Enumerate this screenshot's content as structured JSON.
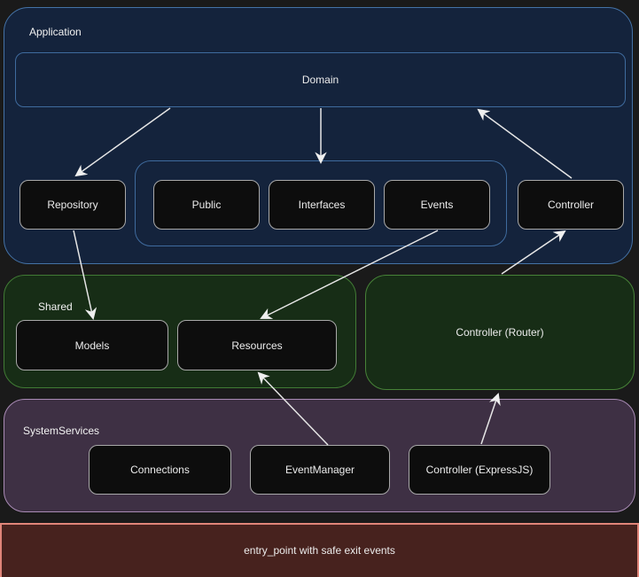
{
  "diagram": {
    "palette": {
      "page-bg": "#1a1a1a",
      "app-bg": "#14233c",
      "app-border": "#4472a6",
      "inner-blue": "#3f6b9e",
      "green-bg": "#172d16",
      "green-border": "#417b35",
      "green-border2": "#478338",
      "purple-bg": "#3e3044",
      "purple-border": "#a98bb5",
      "entry-bg": "#47221e",
      "entry-border": "#e08579",
      "node-bg": "#0d0d0d",
      "node-border": "#a8a8a8",
      "arrow": "#e6e6e6"
    },
    "sections": {
      "application": {
        "label": "Application"
      },
      "shared": {
        "label": "Shared"
      },
      "system_services": {
        "label": "SystemServices"
      },
      "entry_point": {
        "label": "entry_point with safe exit events"
      }
    },
    "nodes": {
      "domain": {
        "label": "Domain"
      },
      "repository": {
        "label": "Repository"
      },
      "public": {
        "label": "Public"
      },
      "interfaces": {
        "label": "Interfaces"
      },
      "events": {
        "label": "Events"
      },
      "controller": {
        "label": "Controller"
      },
      "models": {
        "label": "Models"
      },
      "resources": {
        "label": "Resources"
      },
      "controller_router": {
        "label": "Controller (Router)"
      },
      "connections": {
        "label": "Connections"
      },
      "event_manager": {
        "label": "EventManager"
      },
      "controller_expressjs": {
        "label": "Controller (ExpressJS)"
      }
    },
    "edges": [
      {
        "from": "domain",
        "to": "repository",
        "points": [
          [
            192,
            122
          ],
          [
            86,
            198
          ]
        ]
      },
      {
        "from": "domain",
        "to": "inner_group",
        "points": [
          [
            362,
            122
          ],
          [
            362,
            183
          ]
        ]
      },
      {
        "from": "controller",
        "to": "domain",
        "points": [
          [
            645,
            201
          ],
          [
            540,
            124
          ]
        ]
      },
      {
        "from": "repository",
        "to": "models",
        "points": [
          [
            83,
            260
          ],
          [
            105,
            359
          ]
        ]
      },
      {
        "from": "events",
        "to": "resources",
        "points": [
          [
            494,
            260
          ],
          [
            295,
            359
          ]
        ]
      },
      {
        "from": "event_manager",
        "to": "resources",
        "points": [
          [
            370,
            502
          ],
          [
            292,
            421
          ]
        ]
      },
      {
        "from": "controller_router",
        "to": "controller",
        "points": [
          [
            566,
            309
          ],
          [
            637,
            261
          ]
        ]
      },
      {
        "from": "controller_expressjs",
        "to": "controller_router",
        "points": [
          [
            543,
            501
          ],
          [
            562,
            445
          ]
        ]
      }
    ]
  }
}
